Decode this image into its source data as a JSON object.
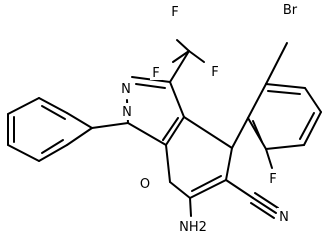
{
  "image_type": "chemical structure diagram",
  "colors": {
    "background": "#ffffff",
    "ink": "#000000"
  },
  "atom_labels": {
    "br": "Br",
    "f_top": "F",
    "f_left": "F",
    "f_right": "F",
    "f_aryl": "F",
    "n_upper": "N",
    "n_lower": "N",
    "o_ring": "O",
    "nh2": "NH2",
    "n_nitrile": "N"
  }
}
